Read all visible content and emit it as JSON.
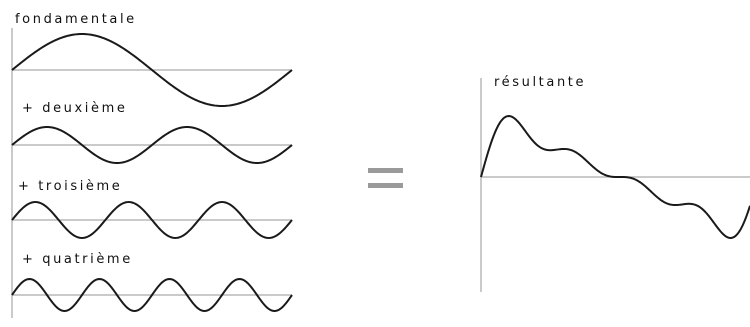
{
  "labels": {
    "fundamental": "fondamentale",
    "second": "+ deuxième",
    "third": "+ troisième",
    "fourth": "+ quatrième",
    "equals": "=",
    "result": "résultante"
  },
  "harmonics": [
    {
      "name": "fondamentale",
      "order": 1,
      "cycles": 1
    },
    {
      "name": "deuxième",
      "order": 2,
      "cycles": 2
    },
    {
      "name": "troisième",
      "order": 3,
      "cycles": 3
    },
    {
      "name": "quatrième",
      "order": 4,
      "cycles": 4
    }
  ],
  "colors": {
    "wave": "#1a1a1a",
    "axis": "#aaaaaa"
  }
}
